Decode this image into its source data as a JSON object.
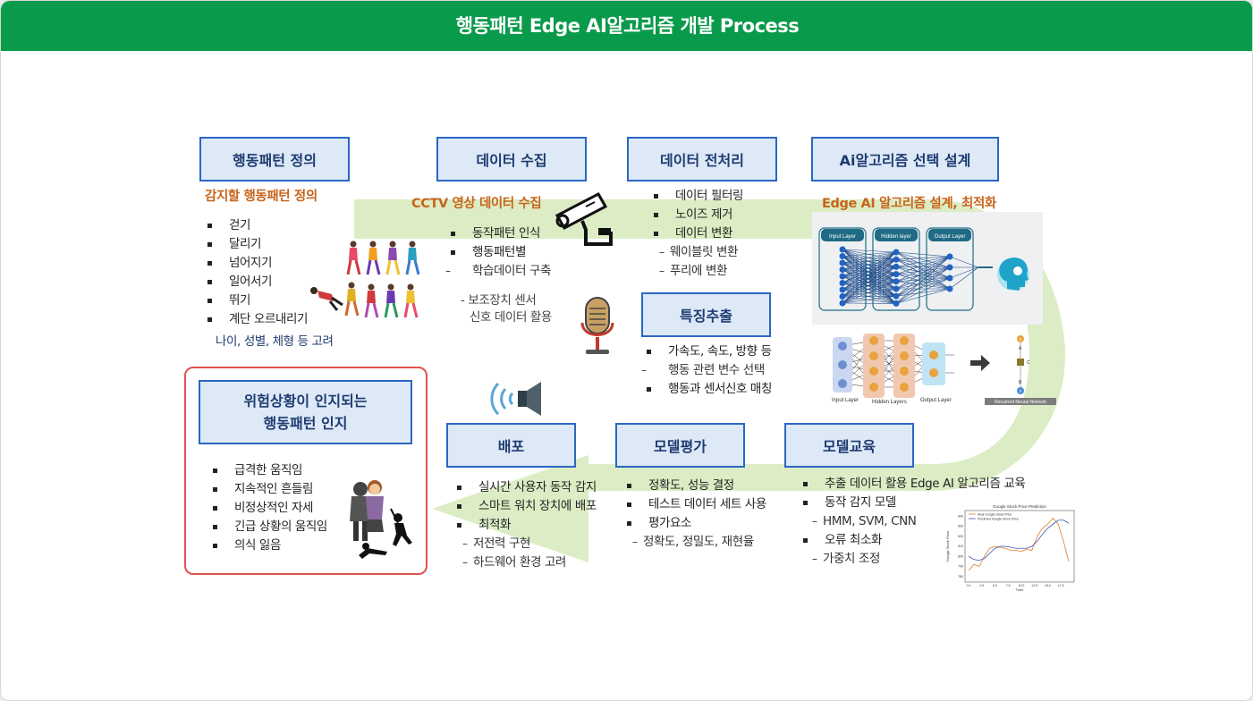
{
  "title": "행동패턴 Edge AI알고리즘 개발 Process",
  "boxes": {
    "define": "행동패턴 정의",
    "collect": "데이터 수집",
    "preprocess": "데이터 전처리",
    "algo": "Ai알고리즘 선택 설계",
    "feature": "특징추출",
    "deploy": "배포",
    "evaluate": "모델평가",
    "train": "모델교육",
    "danger_line1": "위험상황이 인지되는",
    "danger_line2": "행동패턴 인지"
  },
  "define": {
    "subtitle": "감지할 행동패턴 정의",
    "items": [
      "걷기",
      "달리기",
      "넘어지기",
      "일어서기",
      "뛰기",
      "계단 오르내리기"
    ],
    "note": "나이, 성별, 체형 등 고려"
  },
  "collect": {
    "subtitle": "CCTV 영상 데이터 수집",
    "items": [
      "동작패턴 인식",
      "행동패턴별",
      "학습데이터 구축"
    ],
    "note1": "- 보조장치 센서",
    "note2": "신호 데이터 활용"
  },
  "preprocess": {
    "items": [
      "데이터 필터링",
      "노이즈 제거",
      "데이터 변환"
    ],
    "subs": [
      "웨이블릿 변환",
      "푸리에 변환"
    ]
  },
  "algo": {
    "subtitle": "Edge AI 알고리즘 설계, 최적화",
    "nn_labels": {
      "input": "Input Layer",
      "hidden": "Hidden layer",
      "output": "Output Layer",
      "input2": "Input Layer",
      "hidden2": "Hidden Layers",
      "output2": "Output Layer",
      "rnn": "Recurrent Neural Network",
      "node_h": "h",
      "node_x": "x",
      "node_y": "y",
      "node_a": "A",
      "node_b": "B",
      "node_c": "C"
    }
  },
  "feature": {
    "items": [
      "가속도, 속도, 방향 등",
      "행동과 센서신호 매칭"
    ],
    "cont": "행동 관련 변수 선택"
  },
  "danger": {
    "items": [
      "급격한 움직임",
      "지속적인 흔들림",
      "비정상적인 자세",
      "긴급 상황의 움직임",
      "의식 잃음"
    ]
  },
  "deploy": {
    "items": [
      "실시간 사용자 동작 감지",
      "스마트 워치 장치에 배포",
      "최적화"
    ],
    "subs": [
      "저전력 구현",
      "하드웨어 환경 고려"
    ]
  },
  "evaluate": {
    "items": [
      "정확도, 성능 결정",
      "테스트 데이터 세트 사용",
      "평가요소"
    ],
    "subs": [
      "정확도, 정밀도, 재현율"
    ]
  },
  "train": {
    "items": [
      "추출 데이터 활용 Edge AI 알고리즘 교육",
      "동작 감지 모델"
    ],
    "sub1": "HMM, SVM, CNN",
    "item3": "오류 최소화",
    "sub2": "가중치 조정"
  },
  "mini_chart": {
    "title": "Google Stock Price Prediction",
    "legend": [
      "Real Google Stock Price",
      "Predicted Google Stock Price"
    ],
    "xlabel": "Time",
    "ylabel": "Google Stock Price",
    "xticks": [
      "0.0",
      "2.5",
      "5.0",
      "7.5",
      "10.0",
      "12.5",
      "15.0",
      "17.5"
    ],
    "yticks": [
      "780",
      "790",
      "800",
      "810",
      "820",
      "830",
      "840"
    ]
  },
  "chart_data": {
    "type": "line",
    "title": "Google Stock Price Prediction",
    "xlabel": "Time",
    "ylabel": "Google Stock Price",
    "xlim": [
      0,
      19
    ],
    "ylim": [
      778,
      842
    ],
    "series": [
      {
        "name": "Real Google Stock Price",
        "x": [
          0,
          1,
          2,
          3,
          4,
          5,
          6,
          7,
          8,
          9,
          10,
          11,
          12,
          13,
          14,
          15,
          16,
          17,
          18,
          19
        ],
        "values": [
          786,
          792,
          790,
          800,
          808,
          810,
          809,
          808,
          806,
          806,
          805,
          807,
          806,
          820,
          828,
          832,
          838,
          832,
          815,
          795
        ]
      },
      {
        "name": "Predicted Google Stock Price",
        "x": [
          0,
          1,
          2,
          3,
          4,
          5,
          6,
          7,
          8,
          9,
          10,
          11,
          12,
          13,
          14,
          15,
          16,
          17,
          18,
          19
        ],
        "values": [
          800,
          797,
          796,
          798,
          803,
          808,
          810,
          810,
          809,
          808,
          808,
          808,
          810,
          815,
          822,
          828,
          832,
          836,
          836,
          833
        ]
      }
    ]
  },
  "colors": {
    "header": "#0a9a4b",
    "box_border": "#2a67c4",
    "box_fill": "#dde9f7",
    "accent": "#c8641a",
    "arrow": "#dcedc5",
    "danger": "#e05252"
  }
}
